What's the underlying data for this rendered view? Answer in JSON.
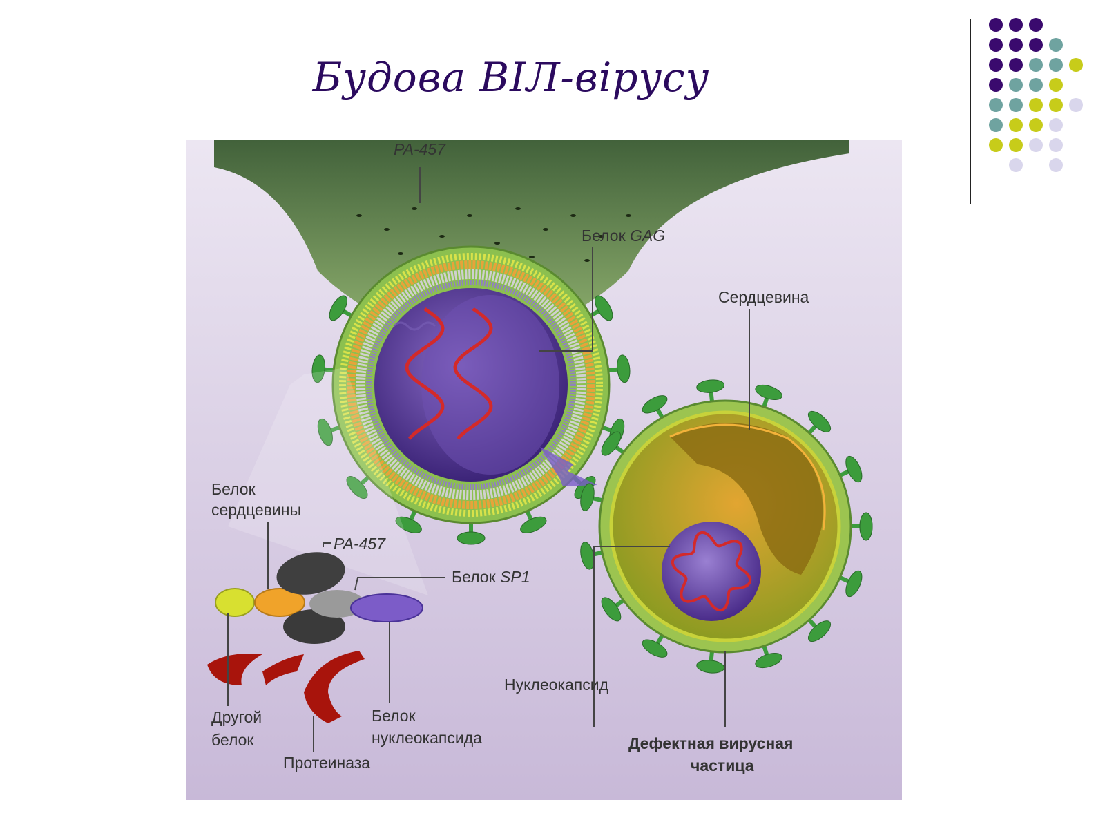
{
  "slide": {
    "title": "Будова ВІЛ-вірусу"
  },
  "colors": {
    "purple": "#3a0a6e",
    "teal": "#6fa3a0",
    "olive": "#c7cc1a",
    "lavender": "#d9d6ec",
    "bg_panel": "#dcd3e8"
  },
  "labels": {
    "pa457_top": "PA-457",
    "gag_prefix": "Белок ",
    "gag_name": "GAG",
    "core": "Сердцевина",
    "core_protein_1": "Белок",
    "core_protein_2": "сердцевины",
    "pa457_bottom": "PA-457",
    "sp1_prefix": "Белок ",
    "sp1_name": "SP1",
    "nucleocapsid": "Нуклеокапсид",
    "other_protein_1": "Другой",
    "other_protein_2": "белок",
    "protease": "Протеиназа",
    "nc_protein_1": "Белок",
    "nc_protein_2": "нуклеокапсида",
    "defective_1": "Дефектная вирусная",
    "defective_2": "частица"
  }
}
